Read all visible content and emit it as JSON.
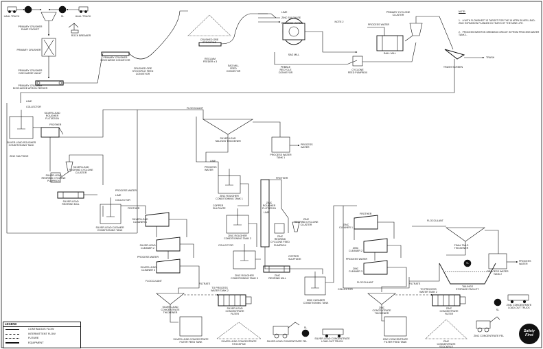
{
  "notes": {
    "heading": "NOTE:",
    "items": [
      "1.   A WITH FLOWSHEET IS TARGET FOR THE 15 MTPA SILVER-LEAD-ZINC EXPANSION PLANNED IN YEAR 5 OF THE MINE LIFE.",
      "2.   PROCESS WATER IN GRINDING CIRCUIT IS FROM PROCESS WATER TANK 1."
    ]
  },
  "labels": {
    "haul_truck_1": "HAUL TRUCK",
    "haul_truck_2": "HAUL TRUCK",
    "rock_breaker": "ROCK BREAKER",
    "pc_dump_pocket": "PRIMARY CRUSHER\nDUMP POCKET",
    "primary_crusher": "PRIMARY CRUSHER",
    "pc_discharge_vault": "PRIMARY CRUSHER\nDISCHARGE VAULT",
    "pc_apron_feeder": "PRIMARY CRUSHER\nDISCHARGE APRON FEEDER",
    "pc_discharge_conveyor": "PRIMARY CRUSHER\nDISCHARGE CONVEYOR",
    "crushed_ore_stockpile_feed_conveyor": "CRUSHED ORE\nSTOCKPILE FEED\nCONVEYOR",
    "crushed_ore_stockpile": "CRUSHED ORE\nSTOCKPILE",
    "reclaim_feeder": "RECLAIM\nFEEDER x 3",
    "sag_mill_feed_conveyor": "SAG MILL\nFEED\nCONVEYOR",
    "lime_top": "LIME",
    "zinc_sulphate_top": "ZINC SULPHATE",
    "process_water_top": "PROCESS WATER",
    "sag_mill": "SAG MILL",
    "note_2": "NOTE 2",
    "pebble_recycle_conveyor": "PEBBLE\nRECYCLE\nCONVEYOR",
    "cyclone_feed_pumpbox": "CYCLONE\nFEED PUMPBOX",
    "process_water_ball": "PROCESS WATER",
    "ball_mill": "BALL MILL",
    "primary_cyclone_cluster": "PRIMARY CYCLONE\nCLUSTER",
    "trash_screen": "TRASH SCREEN",
    "trash": "TRASH",
    "lime_sl": "LIME",
    "collector_sl": "COLLECTOR",
    "sl_rougher_flotation": "SILVER-LEAD\nROUGHER\nFLOTATION",
    "frother_sl": "FROTHER",
    "sl_rougher_conditioning": "SILVER-LEAD ROUGHER\nCONDITIONING TANK",
    "zinc_sulphide": "ZINC SULPHIDE",
    "sl_regrind_cyclone_cluster": "SILVER-LEAD\nREGRIND CYCLONE\nCLUSTER",
    "sl_regrind_cyclone_pumpbox": "SILVER-LEAD\nREGRIND CYCLONE\nPUMPBOX",
    "sl_regrind_mill": "SILVER-LEAD\nREGRIND MILL",
    "process_water_sl": "PROCESS WATER",
    "lime_sl2": "LIME",
    "collector_sl2": "COLLECTOR",
    "sl_cleaner_conditioning": "SILVER-LEAD CLEANER\nCONDITIONING TANK",
    "frother_slc": "FROTHER",
    "sl_cleaner_1": "SILVER-LEAD\nCLEANER 1",
    "sl_cleaner_2": "SILVER-LEAD\nCLEANER 2",
    "process_water_slc": "PROCESS WATER",
    "sl_cleaner_3": "SILVER-LEAD\nCLEANER 3",
    "flocculant_sl": "FLOCCULANT",
    "sl_conc_thickener": "SILVER-LEAD\nCONCENTRATE\nTHICKENER",
    "filtrate": "FILTRATE",
    "to_pw_tank_2": "TO PROCESS\nWATER TANK 2",
    "sl_conc_filter": "SILVER-LEAD\nCONCENTRATE\nFILTER",
    "sl_conc_filter_feed_tank": "SILVER-LEAD CONCENTRATE\nFILTER FEED TANK",
    "sl_conc_stockpile": "SILVER-LEAD CONCENTRATE\nSTOCKPILE",
    "sl_conc_fel": "SILVER-LEAD CONCENTRATE FEL",
    "sl_conc_load_out_truck": "SILVER-LEAD CONCENTRATE\nLOAD-OUT TRUCK",
    "flocculant_top": "FLOCCULANT",
    "sl_tailings_thickener": "SILVER-LEAD\nTAILINGS THICKENER",
    "process_water_tank_1": "PROCESS WATER\nTANK 1",
    "process_water_out": "PROCESS\nWATER",
    "lime_zn": "LIME",
    "process_water_zn": "PROCESS\nWATER",
    "zn_rougher_conditioning_1": "ZINC ROUGHER\nCONDITIONING TANK 1",
    "copper_sulphate": "COPPER\nSULPHATE",
    "zn_rougher_conditioning_2": "ZINC ROUGHER\nCONDITIONING TANK 2",
    "collector_zn": "COLLECTOR",
    "zn_rougher_conditioning_3": "ZINC ROUGHER\nCONDITIONING TANK 3",
    "frother_zn": "FROTHER",
    "zn_rougher_flotation": "ZINC\nROUGHER\nFLOTATION",
    "lime_zn2": "LIME",
    "zn_regrind_cyclone_cluster": "ZINC\nREGRIND CYCLONE\nCLUSTER",
    "zn_regrind_cyclone_pumpbox": "ZINC\nREGRIND\nCYCLONE FEED\nPUMPBOX",
    "copper_sulphate_2": "COPPER\nSULPHATE",
    "zn_regrind_mill": "ZINC\nREGRIND MILL",
    "collector_zn2": "COLLECTOR",
    "zn_cleaner_conditioning": "ZINC CLEANER\nCONDITIONING TANK",
    "frother_znc": "FROTHER",
    "zn_cleaner_1": "ZINC\nCLEANER 1",
    "zn_cleaner_2": "ZINC\nCLEANER 2",
    "process_water_znc": "PROCESS WATER",
    "zn_cleaner_3": "ZINC\nCLEANER 3",
    "flocculant_zn": "FLOCCULANT",
    "zn_conc_thickener": "ZINC\nCONCENTRATE\nTHICKENER",
    "filtrate_zn": "FILTRATE",
    "to_pw_tank_2_zn": "TO PROCESS\nWATER TANK 2",
    "zn_conc_filter": "ZINC\nCONCENTRATE\nFILTER",
    "zn_conc_filter_feed_tank": "ZINC CONCENTRATE\nFILTER FEED TANK",
    "zn_conc_stockpile": "ZINC\nCONCENTRATE\nSTOCKPILE",
    "zn_conc_fel": "ZINC CONCENTRATE FEL",
    "zn_conc_load_out_truck": "ZINC CONCENTRATE\nLOAD-OUT TRUCK",
    "flocculant_final": "FLOCCULANT",
    "final_tails_thickener": "FINAL TAILS\nTHICKENER",
    "process_water_tank_2": "PROCESS WATER\nTANK 2",
    "process_water_final": "PROCESS\nWATER",
    "tailings_storage": "TAILINGS\nSTORAGE FACILITY",
    "sl_marker_1": "SL",
    "sl_marker_2": "SL",
    "sl_marker_3": "SL",
    "sl_marker_4": "SL",
    "tl_marker": "TL"
  },
  "legend": {
    "title": "LEGEND",
    "rows": [
      {
        "style": "solid",
        "label": "CONTINUOUS FLOW"
      },
      {
        "style": "dash",
        "label": "INTERMITTENT FLOW"
      },
      {
        "style": "dot",
        "label": "FUTURE"
      },
      {
        "style": "thick",
        "label": "EQUIPMENT"
      }
    ]
  },
  "logo": {
    "line1": "Safety",
    "line2": "First"
  }
}
